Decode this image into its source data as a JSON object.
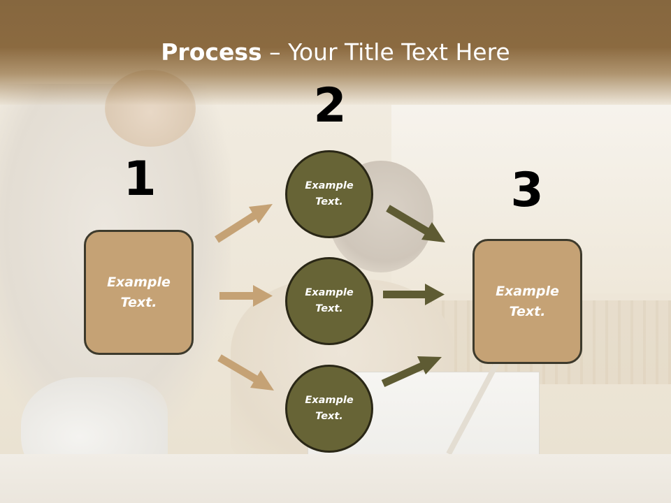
{
  "slide": {
    "title_bold": "Process",
    "title_rest": " – Your Title Text Here"
  },
  "colors": {
    "header": "#86673f",
    "box_fill": "#c5a275",
    "circle_fill": "#676436",
    "arrow_light": "#c5a275",
    "arrow_dark": "#5e5b33"
  },
  "steps": {
    "one": "1",
    "two": "2",
    "three": "3"
  },
  "input_box": {
    "line1": "Example",
    "line2": "Text."
  },
  "circles": [
    {
      "line1": "Example",
      "line2": "Text."
    },
    {
      "line1": "Example",
      "line2": "Text."
    },
    {
      "line1": "Example",
      "line2": "Text."
    }
  ],
  "output_box": {
    "line1": "Example",
    "line2": "Text."
  }
}
